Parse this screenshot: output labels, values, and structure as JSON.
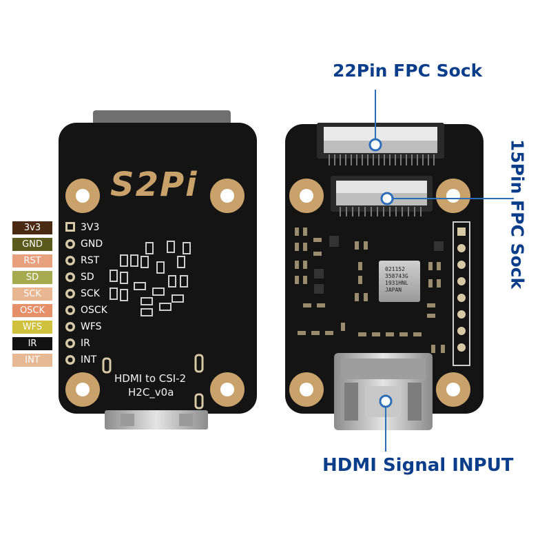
{
  "callouts": {
    "fpc22": "22Pin FPC Sock",
    "fpc15": "15Pin FPC Sock",
    "hdmi": "HDMI Signal INPUT"
  },
  "legend": [
    {
      "label": "3v3",
      "bg": "#4a2a12",
      "fg": "#ffffff"
    },
    {
      "label": "GND",
      "bg": "#5a5a1c",
      "fg": "#ffffff"
    },
    {
      "label": "RST",
      "bg": "#e8a17f",
      "fg": "#ffffff"
    },
    {
      "label": "SD",
      "bg": "#a7ab4f",
      "fg": "#ffffff"
    },
    {
      "label": "SCK",
      "bg": "#e9b692",
      "fg": "#ffffff"
    },
    {
      "label": "OSCK",
      "bg": "#e59069",
      "fg": "#ffffff"
    },
    {
      "label": "WFS",
      "bg": "#cfc13e",
      "fg": "#ffffff"
    },
    {
      "label": "IR",
      "bg": "#111111",
      "fg": "#ffffff"
    },
    {
      "label": "INT",
      "bg": "#e6b894",
      "fg": "#ffffff"
    }
  ],
  "pins": [
    "3V3",
    "GND",
    "RST",
    "SD",
    "SCK",
    "OSCK",
    "WFS",
    "IR",
    "INT"
  ],
  "back_board": {
    "logo": "S2Pi",
    "line1": "HDMI to CSI-2",
    "line2": "H2C_v0a"
  },
  "chip": {
    "line1": "021152",
    "line2": "358743G",
    "line3": "1931HNL",
    "line4": "JAPAN"
  },
  "colors": {
    "board": "#141414",
    "gold": "#c9a26b",
    "callout_text": "#0b3e8a",
    "callout_line": "#2b6db8"
  }
}
